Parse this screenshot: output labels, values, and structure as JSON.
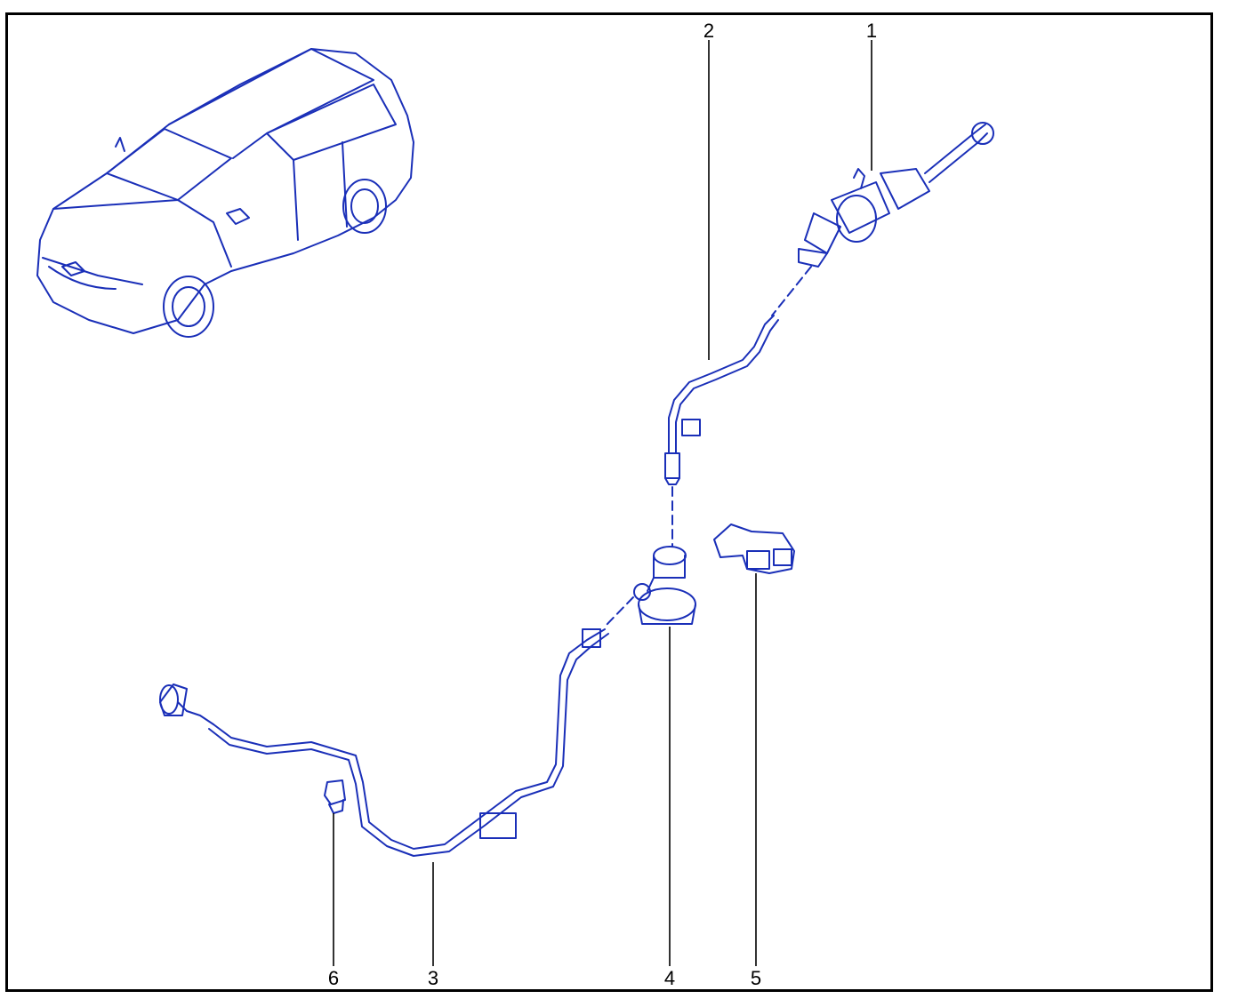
{
  "colors": {
    "frame": "#000000",
    "ink": "#1a2fb8",
    "callout": "#000000",
    "background": "#ffffff"
  },
  "callouts": [
    {
      "id": "1",
      "label": "1"
    },
    {
      "id": "2",
      "label": "2"
    },
    {
      "id": "3",
      "label": "3"
    },
    {
      "id": "4",
      "label": "4"
    },
    {
      "id": "5",
      "label": "5"
    },
    {
      "id": "6",
      "label": "6"
    }
  ],
  "icons": {
    "vehicle": "suv-vehicle-icon",
    "master_cylinder": "clutch-master-cylinder-icon",
    "slave_cylinder": "clutch-slave-cylinder-icon",
    "bracket": "pipe-bracket-icon",
    "clip": "pipe-clip-icon"
  }
}
